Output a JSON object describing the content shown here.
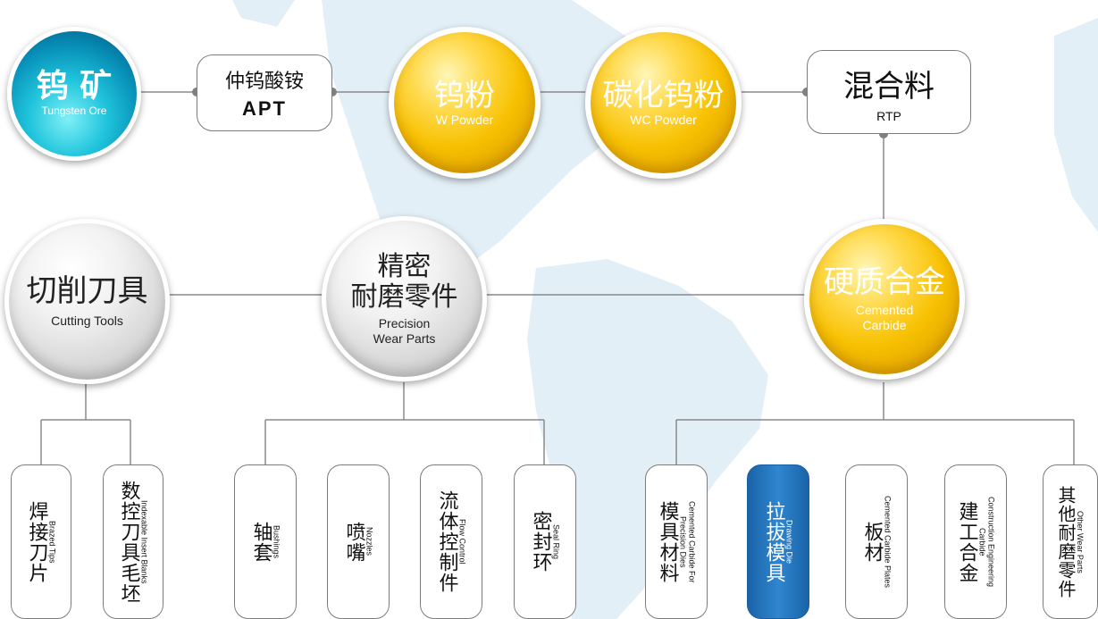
{
  "nodes": {
    "tungsten_ore": {
      "cn": "钨 矿",
      "en": "Tungsten Ore"
    },
    "apt": {
      "cn": "仲钨酸铵",
      "en": "APT"
    },
    "w_powder": {
      "cn": "钨粉",
      "en": "W  Powder"
    },
    "wc_powder": {
      "cn": "碳化钨粉",
      "en": "WC Powder"
    },
    "rtp": {
      "cn": "混合料",
      "en": "RTP"
    },
    "cemented_carbide": {
      "cn": "硬质合金",
      "en_line1": "Cemented",
      "en_line2": "Carbide"
    },
    "precision_wear_parts": {
      "cn_line1": "精密",
      "cn_line2": "耐磨零件",
      "en_line1": "Precision",
      "en_line2": "Wear Parts"
    },
    "cutting_tools": {
      "cn": "切削刀具",
      "en": "Cutting Tools"
    }
  },
  "leaves": [
    {
      "cn": "焊接刀片",
      "en": "Brazed Tips"
    },
    {
      "cn": "数控刀具毛坯",
      "en": "Indexable Insert Blanks"
    },
    {
      "cn": "轴套",
      "en": "Bushings"
    },
    {
      "cn": "喷嘴",
      "en": "Nozzles"
    },
    {
      "cn": "流体控制件",
      "en": "Flow Control"
    },
    {
      "cn": "密封环",
      "en": "Seal Ring"
    },
    {
      "cn": "模具材料",
      "en": "Cemented Carbide For Precision Dies"
    },
    {
      "cn": "拉拔模具",
      "en": "Drawing Die"
    },
    {
      "cn": "板材",
      "en": "Cemented Carbide Plates"
    },
    {
      "cn": "建工合金",
      "en": "Construction Engineering Carbide"
    },
    {
      "cn": "其他耐磨零件",
      "en": "Other Wear Parts"
    }
  ],
  "colors": {
    "gold": "#f7c000",
    "teal": "#0790b8",
    "active_leaf": "#1f6fb8",
    "map": "#dcebf5",
    "line": "#8a8a8a"
  }
}
